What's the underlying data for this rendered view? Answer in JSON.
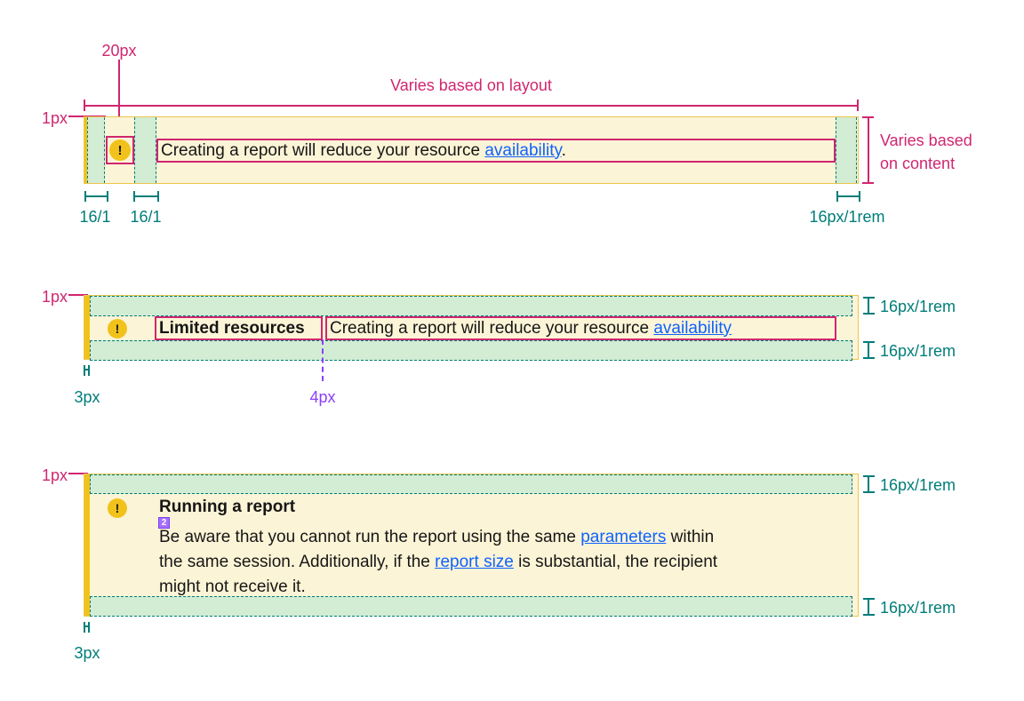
{
  "colors": {
    "banner_bg": "#fcf4d6",
    "banner_border_gold": "#f1c21b",
    "spacing_green": "#d3ecd4",
    "teal_annotation": "#007d79",
    "magenta_annotation": "#d02670",
    "purple_annotation": "#8a3ffc",
    "link_blue": "#0f62fe",
    "text": "#161616",
    "icon_fill": "#f1c21b"
  },
  "banner1": {
    "icon": "!",
    "text_before_link": "Creating a report will reduce your resource ",
    "link": "availability",
    "text_after_link": ".",
    "ann": {
      "px20": "20px",
      "varies_layout": "Varies based on layout",
      "px1": "1px",
      "left_pad": "16/1",
      "gap_pad": "16/1",
      "right_pad": "16px/1rem",
      "varies_content_line1": "Varies based",
      "varies_content_line2": "on content"
    }
  },
  "banner2": {
    "icon": "!",
    "title": "Limited resources",
    "text_before_link": "Creating a report will reduce your resource ",
    "link": "availability",
    "ann": {
      "px1": "1px",
      "px3": "3px",
      "px4": "4px",
      "pad_top": "16px/1rem",
      "pad_bottom": "16px/1rem"
    }
  },
  "banner3": {
    "icon": "!",
    "title": "Running a report",
    "badge": "2",
    "line1_before": "Be aware that you cannot run the report using the same ",
    "line1_link": "parameters",
    "line1_after": " within",
    "line2_before": "the same session. Additionally, if the ",
    "line2_link": "report size",
    "line2_after": " is substantial, the recipient",
    "line3": "might not receive it.",
    "ann": {
      "px1": "1px",
      "px3": "3px",
      "pad_top": "16px/1rem",
      "pad_bottom": "16px/1rem"
    }
  }
}
